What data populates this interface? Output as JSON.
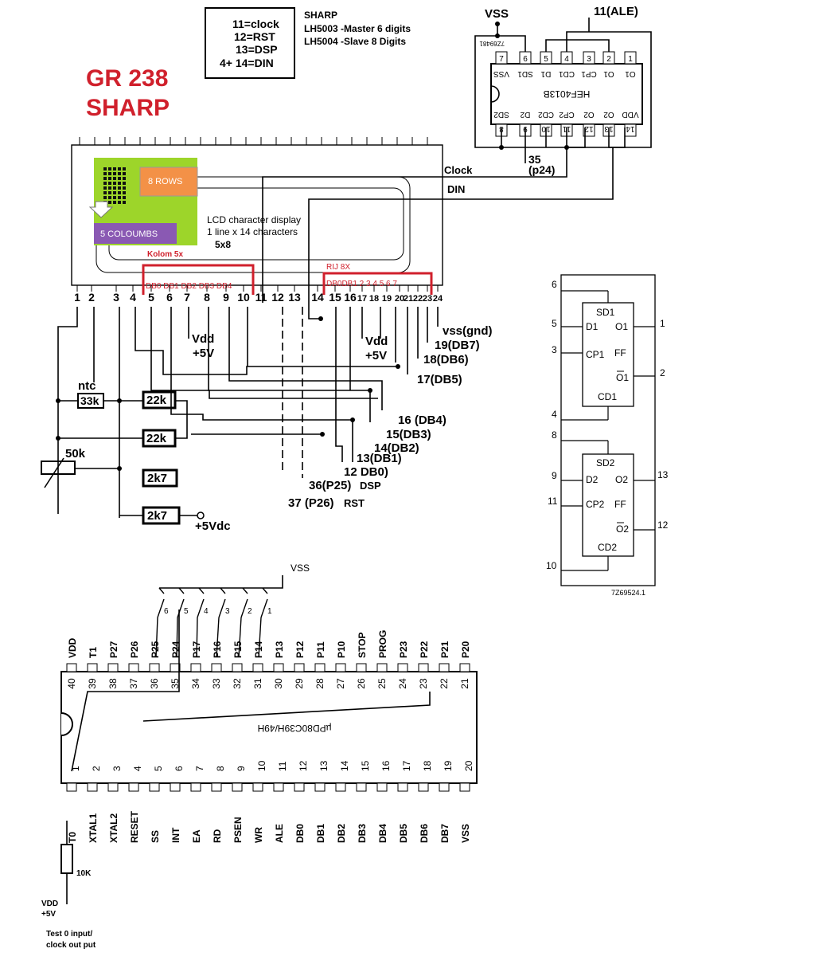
{
  "legend": {
    "lines": [
      "11=clock",
      "12=RST",
      "13=DSP",
      "4+ 14=DIN"
    ]
  },
  "sharp_note": {
    "lines": [
      "SHARP",
      "LH5003 -Master 6 digits",
      "LH5004 -Slave  8 Digits"
    ]
  },
  "title": {
    "line1": "GR 238",
    "line2": "SHARP",
    "color": "#d0202c"
  },
  "lcd": {
    "rows_label": "8 ROWS",
    "cols_label": "5 COLOUMBS",
    "kolom_label": "Kolom 5x",
    "description": [
      "LCD character display",
      "1 line   x 14 characters",
      "5x8"
    ],
    "db_left": "DB0 DB1    DB2 DB3 DB4",
    "rij_label": "RIJ  8X",
    "db_right": "DB0DB1   2 3    4    5  6  7",
    "pins": [
      "1",
      "2",
      "3",
      "4",
      "5",
      "6",
      "7",
      "8",
      "9",
      "10",
      "11",
      "12",
      "13",
      "14",
      "15",
      "16",
      "17",
      "18",
      "19",
      "20",
      "21",
      "22",
      "23",
      "24"
    ]
  },
  "wires": {
    "clock": "Clock",
    "din": "DIN",
    "vss_top": "VSS",
    "ale": "11(ALE)",
    "p24": "35",
    "p24b": "(p24)",
    "vdd1": "Vdd",
    "vdd1v": "+5V",
    "vdd2": "Vdd",
    "vdd2v": "+5V",
    "vss_gnd": "vss(gnd)",
    "db7": "19(DB7)",
    "db6": "18(DB6)",
    "db5": "17(DB5)",
    "db4": "16 (DB4)",
    "db3": "15(DB3)",
    "db2": "14(DB2)",
    "db1": "13(DB1)",
    "db0": "12 DB0)",
    "p25": "36(P25)",
    "dsp": "DSP",
    "p26": "37 (P26)",
    "rst": "RST"
  },
  "resistors": {
    "ntc": "ntc",
    "r33k": "33k",
    "r22k_a": "22k",
    "r22k_b": "22k",
    "pot": "50k",
    "r2k7_a": "2k7",
    "r2k7_b": "2k7",
    "plus5vdc": "+5Vdc"
  },
  "hef": {
    "name": "HEF4013B",
    "code": "7Z69481",
    "top_pins": [
      "7",
      "6",
      "5",
      "4",
      "3",
      "2",
      "1"
    ],
    "bottom_pins": [
      "8",
      "9",
      "10",
      "11",
      "12",
      "13",
      "14"
    ],
    "top_sigs": [
      "VSS",
      "SD1",
      "D1",
      "CD1",
      "CP1",
      "O1",
      "O1"
    ],
    "bottom_sigs": [
      "SD2",
      "D2",
      "CD2",
      "CP2",
      "O2",
      "O2",
      "VDD"
    ]
  },
  "ff": {
    "ff_label": "FF",
    "code": "7Z69524.1",
    "ff1": {
      "sd": "SD1",
      "d": "D1",
      "cp": "CP1",
      "o": "O1",
      "onot": "O1",
      "cd": "CD1",
      "pins": {
        "sd": "6",
        "d": "5",
        "cp": "3",
        "cd": "4",
        "o": "1",
        "onot": "2"
      }
    },
    "ff2": {
      "sd": "SD2",
      "d": "D2",
      "cp": "CP2",
      "o": "O2",
      "onot": "O2",
      "cd": "CD2",
      "pins": {
        "sd": "8",
        "d": "9",
        "cp": "11",
        "cd": "10",
        "o": "13",
        "onot": "12"
      }
    }
  },
  "mcu": {
    "name": "µPD80C39H/49H",
    "vss": "VSS",
    "switches": [
      "6",
      "5",
      "4",
      "3",
      "2",
      "1"
    ],
    "top_labels": [
      "VDD",
      "T1",
      "P27",
      "P26",
      "P25",
      "P24",
      "P17",
      "P16",
      "P15",
      "P14",
      "P13",
      "P12",
      "P11",
      "P10",
      "STOP",
      "PROG",
      "P23",
      "P22",
      "P21",
      "P20"
    ],
    "top_pins": [
      "40",
      "39",
      "38",
      "37",
      "36",
      "35",
      "34",
      "33",
      "32",
      "31",
      "30",
      "29",
      "28",
      "27",
      "26",
      "25",
      "24",
      "23",
      "22",
      "21"
    ],
    "bottom_pins": [
      "1",
      "2",
      "3",
      "4",
      "5",
      "6",
      "7",
      "8",
      "9",
      "10",
      "11",
      "12",
      "13",
      "14",
      "15",
      "16",
      "17",
      "18",
      "19",
      "20"
    ],
    "bottom_labels": [
      "T0",
      "XTAL1",
      "XTAL2",
      "RESET",
      "SS",
      "INT",
      "EA",
      "RD",
      "PSEN",
      "WR",
      "ALE",
      "DB0",
      "DB1",
      "DB2",
      "DB3",
      "DB4",
      "DB5",
      "DB6",
      "DB7",
      "VSS"
    ],
    "r10k": "10K",
    "vdd": "VDD",
    "plus5v": "+5V",
    "test_line1": "Test 0 input/",
    "test_line2": "clock out put"
  }
}
